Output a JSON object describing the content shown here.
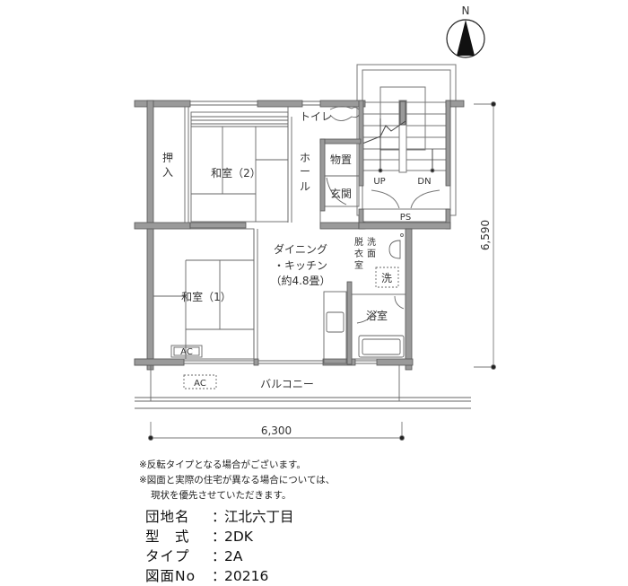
{
  "compass": {
    "label": "N",
    "icon": "north-arrow-icon"
  },
  "rooms": {
    "oshiire": "押入",
    "washitsu2": "和室（2）",
    "hall": "ホール",
    "toilet": "トイレ",
    "storage": "物置",
    "entrance": "玄関",
    "dining_kitchen_line1": "ダイニング",
    "dining_kitchen_line2": "・キッチン",
    "dining_kitchen_size": "（約4.8畳）",
    "washitsu1": "和室（1）",
    "washroom": "洗面",
    "dressing": "脱衣室",
    "washer": "洗",
    "bathroom": "浴室",
    "balcony": "バルコニー",
    "ps": "PS",
    "stairs_up": "UP",
    "stairs_down": "DN",
    "ac_indoor": "AC",
    "ac_outdoor": "AC"
  },
  "dimensions": {
    "width": "6,300",
    "depth": "6,590"
  },
  "notes": [
    "※反転タイプとなる場合がございます。",
    "※図面と実際の住宅が異なる場合については、",
    "現状を優先させていただきます。"
  ],
  "info": [
    {
      "key": "団地名",
      "value": "江北六丁目"
    },
    {
      "key": "型　式",
      "value": "2DK"
    },
    {
      "key": "タイプ",
      "value": "2A"
    },
    {
      "key": "図面No",
      "value": "20216"
    }
  ],
  "colors": {
    "wall": "#9a9a9a",
    "wall_edge": "#555555",
    "line": "#555555"
  }
}
